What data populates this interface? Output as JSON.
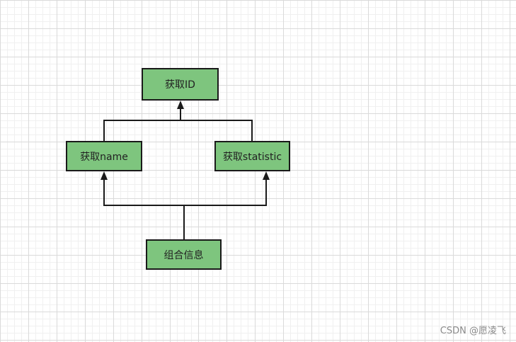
{
  "diagram": {
    "nodes": {
      "get_id": "获取ID",
      "get_name": "获取name",
      "get_statistic": "获取statistic",
      "combine_info": "组合信息"
    },
    "edges": [
      {
        "from": "get_name",
        "to": "get_id"
      },
      {
        "from": "get_statistic",
        "to": "get_id"
      },
      {
        "from": "combine_info",
        "to": "get_name"
      },
      {
        "from": "combine_info",
        "to": "get_statistic"
      }
    ],
    "colors": {
      "node_fill": "#7ec57e",
      "node_border": "#1a1a1a",
      "edge": "#1a1a1a"
    }
  },
  "watermark": "CSDN @愿凌飞"
}
